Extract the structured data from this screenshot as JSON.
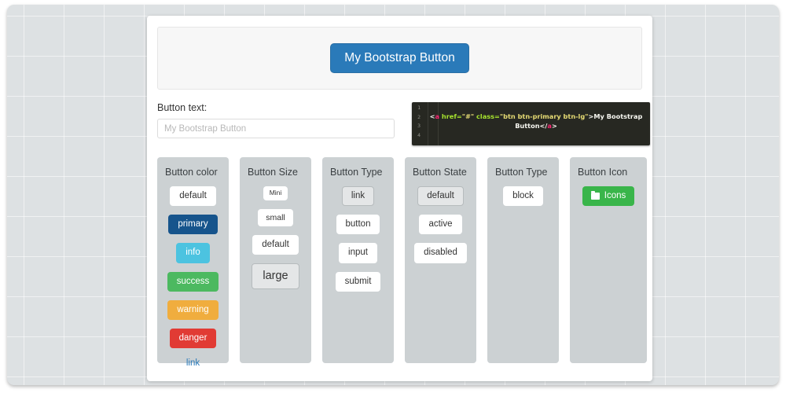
{
  "preview": {
    "button_label": "My Bootstrap Button",
    "button_color": "#2a7ab9"
  },
  "form": {
    "button_text_label": "Button text:",
    "button_text_value": "",
    "button_text_placeholder": "My Bootstrap Button"
  },
  "code": {
    "line_numbers": [
      "1",
      "2",
      "3",
      "4"
    ],
    "open_bracket": "<",
    "tag_open": "a",
    "attr_href": " href=",
    "href_value": "\"#\"",
    "attr_class": " class=",
    "class_value": "\"btn btn-primary btn-lg\"",
    "close_bracket": ">",
    "inner_text": "My Bootstrap Button",
    "close_open": "</",
    "tag_close": "a",
    "close_end": ">",
    "colors": {
      "background": "#272822",
      "tag": "#f92672",
      "attribute": "#a6e22e",
      "string": "#e6db74",
      "text": "#f8f8f2",
      "gutter": "#8f908a"
    }
  },
  "columns": [
    {
      "title": "Button color",
      "options": [
        {
          "label": "default",
          "variant": "c-default",
          "selected": false
        },
        {
          "label": "primary",
          "variant": "c-primary",
          "selected": false
        },
        {
          "label": "info",
          "variant": "c-info",
          "selected": false
        },
        {
          "label": "success",
          "variant": "c-success",
          "selected": false
        },
        {
          "label": "warning",
          "variant": "c-warning",
          "selected": false
        },
        {
          "label": "danger",
          "variant": "c-danger",
          "selected": false
        },
        {
          "label": "link",
          "variant": "c-link",
          "selected": false
        }
      ]
    },
    {
      "title": "Button Size",
      "options": [
        {
          "label": "Mini",
          "variant": "s-mini",
          "selected": false
        },
        {
          "label": "small",
          "variant": "s-small",
          "selected": false
        },
        {
          "label": "default",
          "variant": "s-default",
          "selected": false
        },
        {
          "label": "large",
          "variant": "s-large",
          "selected": true
        }
      ]
    },
    {
      "title": "Button Type",
      "options": [
        {
          "label": "link",
          "variant": "",
          "selected": true
        },
        {
          "label": "button",
          "variant": "",
          "selected": false
        },
        {
          "label": "input",
          "variant": "",
          "selected": false
        },
        {
          "label": "submit",
          "variant": "",
          "selected": false
        }
      ]
    },
    {
      "title": "Button State",
      "options": [
        {
          "label": "default",
          "variant": "",
          "selected": true
        },
        {
          "label": "active",
          "variant": "",
          "selected": false
        },
        {
          "label": "disabled",
          "variant": "",
          "selected": false
        }
      ]
    },
    {
      "title": "Button Type",
      "options": [
        {
          "label": "block",
          "variant": "",
          "selected": false
        }
      ]
    },
    {
      "title": "Button Icon",
      "options": [
        {
          "label": "Icons",
          "variant": "icon-btn",
          "selected": false,
          "icon": "folder-icon"
        }
      ]
    }
  ],
  "theme": {
    "page_background": "#dde1e3",
    "card_background": "#ffffff",
    "panel_background": "#ccd1d3",
    "preview_background": "#f7f7f7"
  }
}
